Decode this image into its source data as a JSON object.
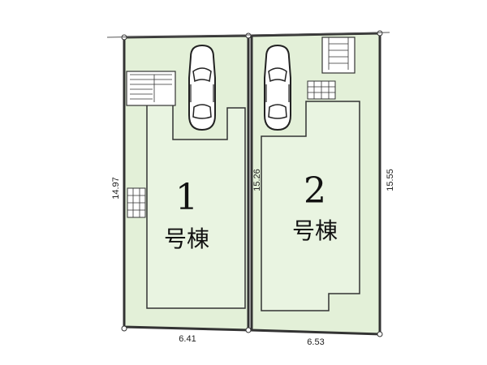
{
  "header": {
    "text": ""
  },
  "plots": [
    {
      "number": "1",
      "label": "号棟",
      "width_dim": "6.41",
      "depth_dim": "14.97"
    },
    {
      "number": "2",
      "label": "号棟",
      "width_dim": "6.53",
      "depth_dim_left": "15.26",
      "depth_dim_right": "15.55"
    }
  ],
  "colors": {
    "lot_fill": "#e3f0d8",
    "outline": "#333333",
    "building_fill": "#e9f4e1"
  },
  "icons": [
    "car-icon",
    "car-icon",
    "stairs-icon",
    "stairs-icon",
    "utility-grid-icon",
    "utility-grid-icon"
  ]
}
